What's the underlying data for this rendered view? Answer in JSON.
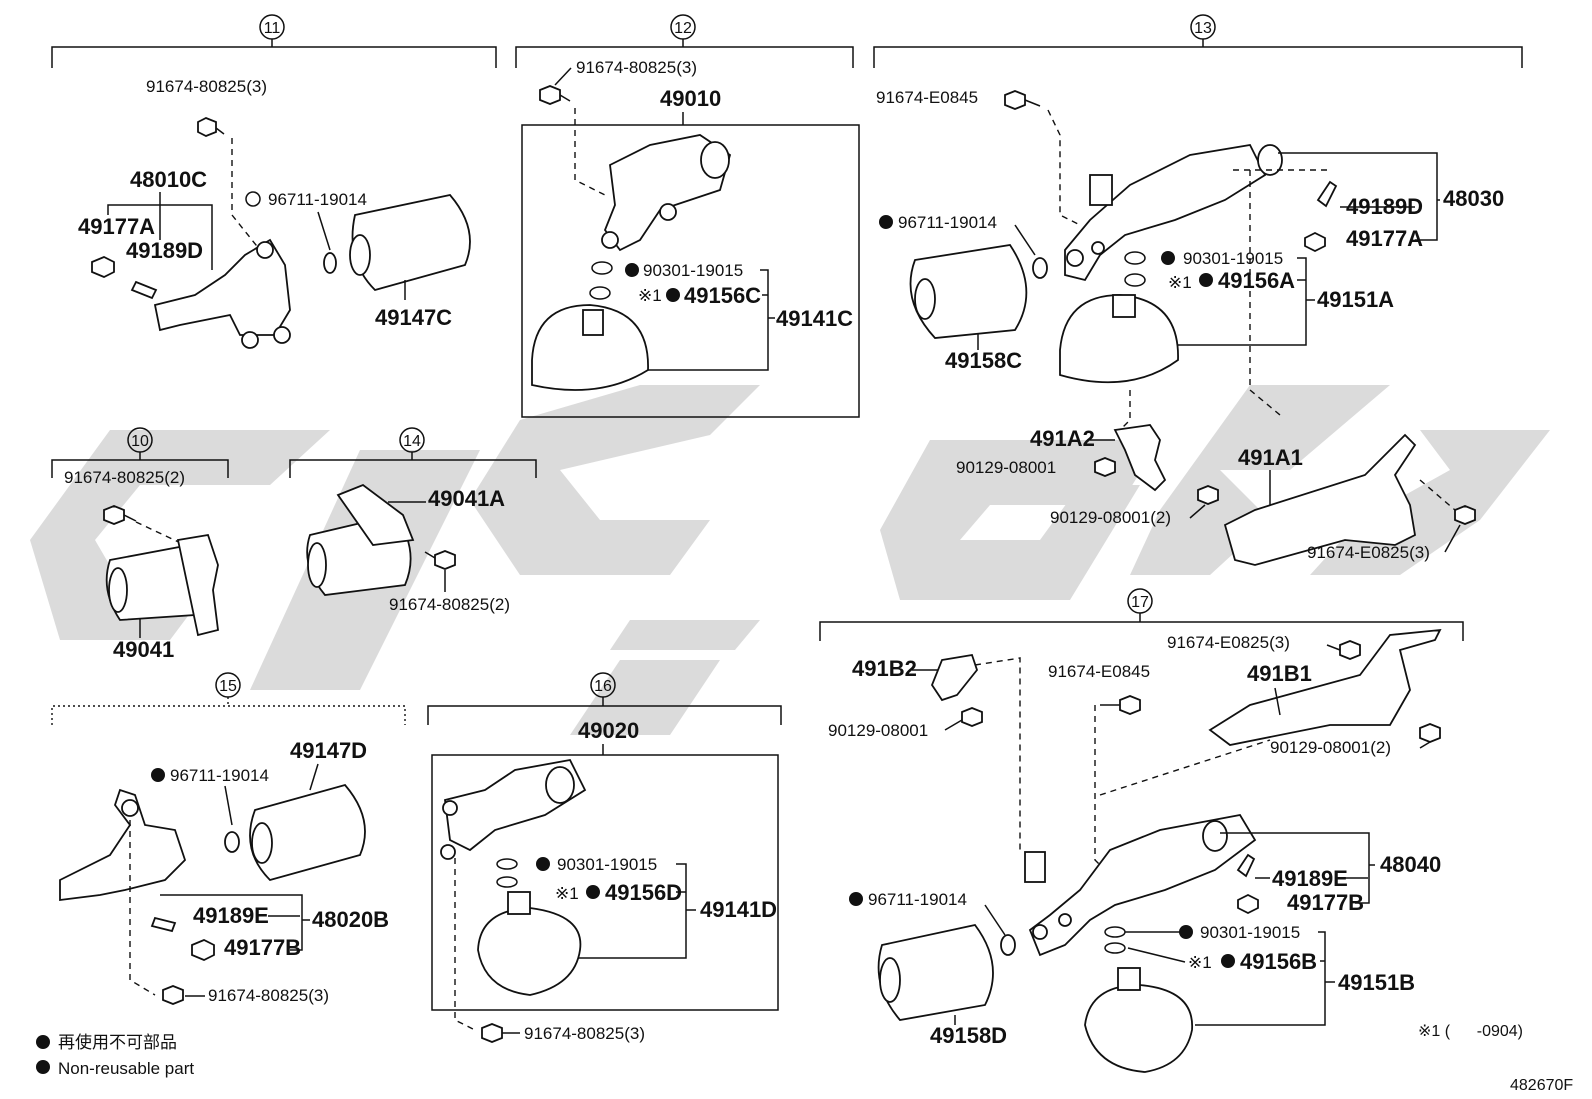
{
  "diagram_id": "482670F",
  "legend": {
    "jp": "再使用不可部品",
    "en": "Non-reusable part"
  },
  "footnote": "※1 (      -0904)",
  "groups": {
    "g11": {
      "num": "11",
      "parts": {
        "bolt": "91674-80825(3)",
        "assy": "48010C",
        "a": "49177A",
        "b": "49189D",
        "oring": "96711-19014",
        "cyl": "49147C"
      }
    },
    "g12": {
      "num": "12",
      "parts": {
        "bolt": "91674-80825(3)",
        "assy": "49010",
        "oring1": "90301-19015",
        "oring2": "49156C",
        "sphere": "49141C",
        "mark": "※1"
      }
    },
    "g13": {
      "num": "13",
      "parts": {
        "bolt": "91674-E0845",
        "oring": "96711-19014",
        "cyl": "49158C",
        "oring1": "90301-19015",
        "oring2": "49156A",
        "mark": "※1",
        "sphere": "49151A",
        "b": "49189D",
        "a": "49177A",
        "assy": "48030",
        "br2": "491A2",
        "bolt2": "90129-08001",
        "br1": "491A1",
        "bolt3": "90129-08001(2)",
        "bolt4": "91674-E0825(3)"
      }
    },
    "g10": {
      "num": "10",
      "parts": {
        "bolt": "91674-80825(2)",
        "cyl": "49041"
      }
    },
    "g14": {
      "num": "14",
      "parts": {
        "cyl": "49041A",
        "bolt": "91674-80825(2)"
      }
    },
    "g15": {
      "num": "15",
      "parts": {
        "oring": "96711-19014",
        "cyl": "49147D",
        "b": "49189E",
        "a": "49177B",
        "assy": "48020B",
        "bolt": "91674-80825(3)"
      }
    },
    "g16": {
      "num": "16",
      "parts": {
        "assy": "49020",
        "oring1": "90301-19015",
        "oring2": "49156D",
        "mark": "※1",
        "sphere": "49141D",
        "bolt": "91674-80825(3)"
      }
    },
    "g17": {
      "num": "17",
      "parts": {
        "bolt1": "91674-E0825(3)",
        "br2": "491B2",
        "bolt2": "91674-E0845",
        "br1": "491B1",
        "bolt3": "90129-08001",
        "bolt4": "90129-08001(2)",
        "assy": "48040",
        "b": "49189E",
        "a": "49177B",
        "oring": "96711-19014",
        "oring1": "90301-19015",
        "oring2": "49156B",
        "mark": "※1",
        "sphere": "49151B",
        "cyl": "49158D"
      }
    }
  }
}
